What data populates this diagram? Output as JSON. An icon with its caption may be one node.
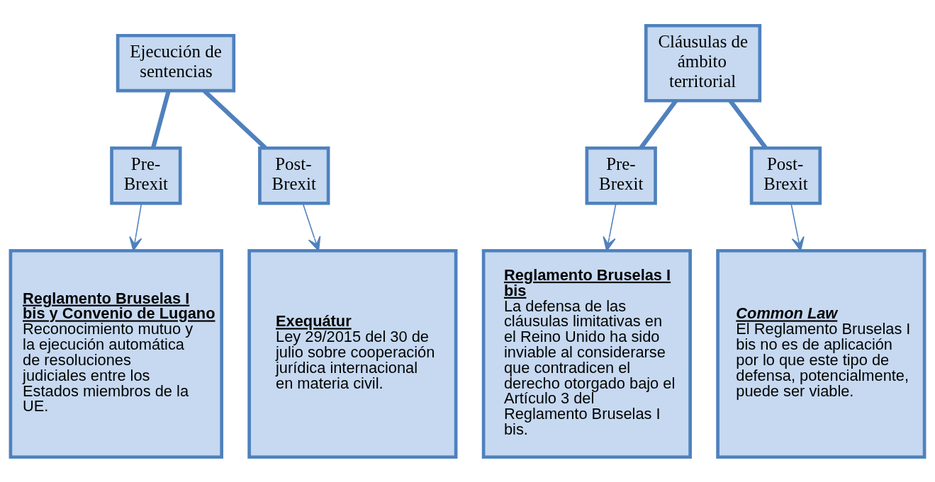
{
  "diagram": {
    "nodes": [
      {
        "text": [
          "Ejecución de sentencias"
        ]
      },
      {
        "text": [
          "Pre- Brexit"
        ]
      },
      {
        "text": [
          "Post- Brexit"
        ]
      },
      {
        "text": [
          "Reglamento Bruselas I bis y Convenio de Lugano",
          "Reconocimiento mutuo y la ejecución automática de resoluciones judiciales entre los Estados miembros de la UE."
        ]
      },
      {
        "text": [
          "Exequátur",
          "Ley 29/2015 del 30 de julio sobre cooperación jurídica internacional en materia civil."
        ]
      },
      {
        "text": [
          "Cláusulas de ámbito territorial"
        ]
      },
      {
        "text": [
          "Pre- Brexit"
        ]
      },
      {
        "text": [
          "Post- Brexit"
        ]
      },
      {
        "text": [
          "Reglamento Bruselas I bis",
          "La defensa de las cláusulas limitativas en el Reino Unido ha sido inviable al considerarse que contradicen el derecho otorgado bajo el Artículo 3 del Reglamento Bruselas I bis."
        ]
      },
      {
        "text": [
          "Common Law",
          "El Reglamento Bruselas I bis no es de aplicación por lo que este tipo de defensa, potencialmente, puede ser viable."
        ]
      }
    ],
    "edges": [
      {
        "from": 0,
        "to": 1,
        "arrow": "none",
        "style": "thick"
      },
      {
        "from": 0,
        "to": 2,
        "arrow": "none",
        "style": "thick"
      },
      {
        "from": 1,
        "to": 3,
        "arrow": "to"
      },
      {
        "from": 2,
        "to": 4,
        "arrow": "to"
      },
      {
        "from": 5,
        "to": 6,
        "arrow": "none",
        "style": "thick"
      },
      {
        "from": 5,
        "to": 7,
        "arrow": "none",
        "style": "thick"
      },
      {
        "from": 6,
        "to": 8,
        "arrow": "to"
      },
      {
        "from": 7,
        "to": 9,
        "arrow": "to"
      }
    ]
  }
}
